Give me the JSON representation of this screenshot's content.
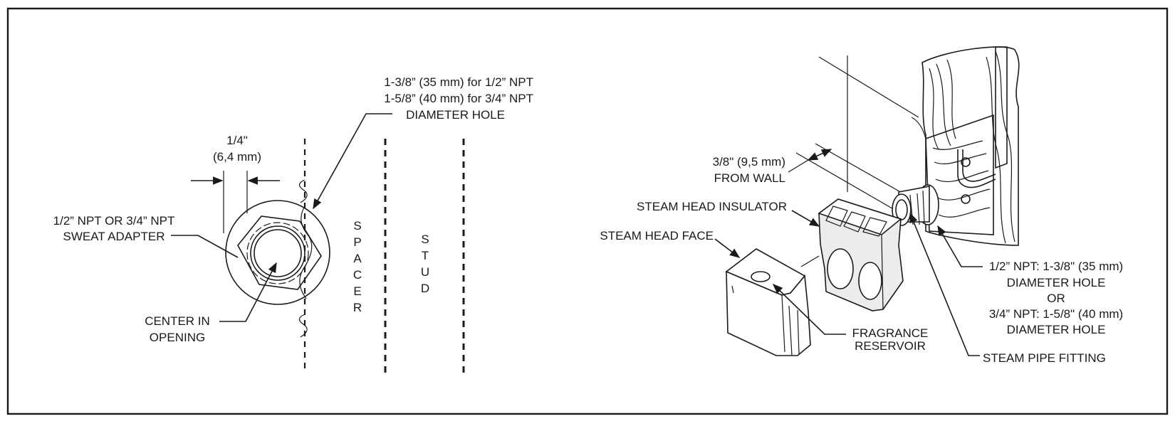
{
  "left": {
    "hole_label": [
      "1-3/8” (35 mm) for 1/2” NPT",
      "1-5/8” (40 mm) for 3/4” NPT",
      "DIAMETER HOLE"
    ],
    "quarter_label": [
      "1/4\"",
      "(6,4 mm)"
    ],
    "adapter_label": [
      "1/2” NPT OR 3/4” NPT",
      "SWEAT ADAPTER"
    ],
    "center_label": [
      "CENTER IN",
      "OPENING"
    ],
    "spacer_label": [
      "S",
      "P",
      "A",
      "C",
      "E",
      "R"
    ],
    "stud_label": [
      "S",
      "T",
      "U",
      "D"
    ]
  },
  "right": {
    "wall_label": [
      "3/8\" (9,5 mm)",
      "FROM WALL"
    ],
    "insulator_label": "STEAM HEAD INSULATOR",
    "face_label": "STEAM HEAD FACE",
    "hole_label": [
      "1/2” NPT: 1-3/8\" (35 mm)",
      "DIAMETER HOLE",
      "OR",
      "3/4” NPT: 1-5/8\" (40 mm)",
      "DIAMETER HOLE"
    ],
    "fragrance_label": [
      "FRAGRANCE",
      "RESERVOIR"
    ],
    "pipe_label": "STEAM PIPE FITTING"
  }
}
